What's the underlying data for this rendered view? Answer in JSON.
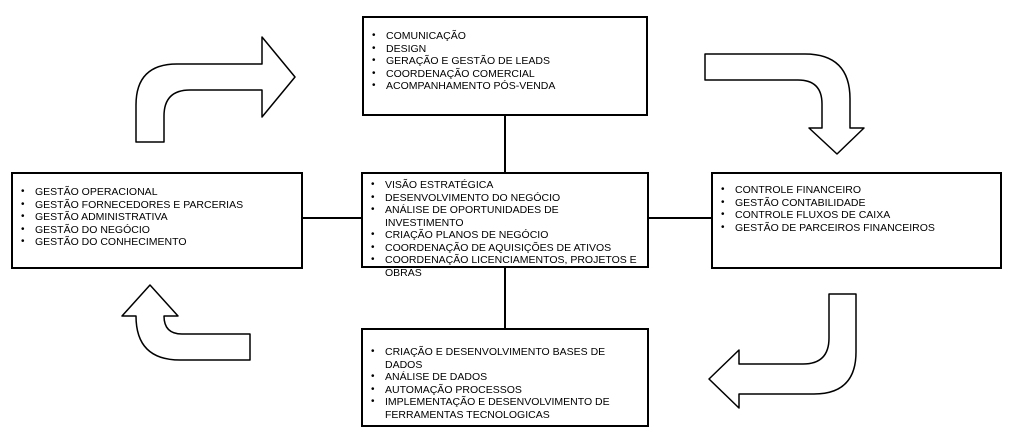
{
  "boxes": {
    "top": {
      "items": [
        "COMUNICAÇÃO",
        "DESIGN",
        "GERAÇÃO E GESTÃO DE LEADS",
        "COORDENAÇÃO COMERCIAL",
        "ACOMPANHAMENTO PÓS-VENDA"
      ]
    },
    "center": {
      "items": [
        "VISÃO ESTRATÉGICA",
        "DESENVOLVIMENTO DO NEGÓCIO",
        "ANÁLISE DE OPORTUNIDADES DE INVESTIMENTO",
        "CRIAÇÃO PLANOS DE NEGÓCIO",
        "COORDENAÇÃO DE AQUISIÇÕES DE ATIVOS",
        "COORDENAÇÃO LICENCIAMENTOS, PROJETOS E OBRAS"
      ]
    },
    "left": {
      "items": [
        "GESTÃO OPERACIONAL",
        "GESTÃO FORNECEDORES E PARCERIAS",
        "GESTÃO ADMINISTRATIVA",
        "GESTÃO DO NEGÓCIO",
        "GESTÃO DO CONHECIMENTO"
      ]
    },
    "right": {
      "items": [
        "CONTROLE FINANCEIRO",
        "GESTÃO CONTABILIDADE",
        "CONTROLE FLUXOS DE CAIXA",
        "GESTÃO DE PARCEIROS FINANCEIROS"
      ]
    },
    "bottom": {
      "items": [
        "CRIAÇÃO E DESENVOLVIMENTO BASES DE DADOS",
        "ANÁLISE DE DADOS",
        "AUTOMAÇÃO PROCESSOS",
        "IMPLEMENTAÇÃO E DESENVOLVIMENTO DE FERRAMENTAS TECNOLOGICAS"
      ]
    }
  },
  "connector_color": "#000000",
  "arrow_fill": "#ffffff",
  "arrow_stroke": "#000000"
}
